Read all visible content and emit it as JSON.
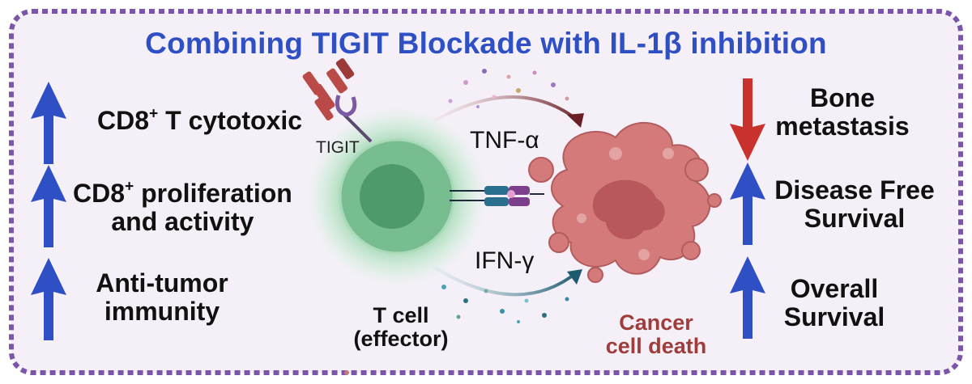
{
  "title": "Combining TIGIT Blockade with IL-1β inhibition",
  "left_effects": [
    {
      "main": "CD8",
      "sup": "+",
      "rest": " T cytotoxic",
      "line2": "",
      "direction": "up"
    },
    {
      "main": "CD8",
      "sup": "+",
      "rest": " proliferation",
      "line2": "and activity",
      "direction": "up"
    },
    {
      "main": "Anti-tumor",
      "sup": "",
      "rest": "",
      "line2": "immunity",
      "direction": "up"
    }
  ],
  "right_effects": [
    {
      "line1": "Bone",
      "line2": "metastasis",
      "direction": "down"
    },
    {
      "line1": "Disease Free",
      "line2": "Survival",
      "direction": "up"
    },
    {
      "line1": "Overall",
      "line2": "Survival",
      "direction": "up"
    }
  ],
  "center": {
    "receptor_label": "TIGIT",
    "cytokine_top": "TNF-α",
    "cytokine_bottom": "IFN-γ",
    "tcell_line1": "T cell",
    "tcell_line2": "(effector)",
    "cancer_line1": "Cancer",
    "cancer_line2": "cell death"
  },
  "colors": {
    "frame_border": "#7a55a8",
    "frame_fill": "#f5f0f8",
    "title": "#2f4fc4",
    "arrow_up": "#2f4fc4",
    "arrow_down": "#c8312c",
    "tcell": "#5fae7e",
    "cancer": "#d47a7a",
    "cancer_text": "#9e3d3b"
  }
}
